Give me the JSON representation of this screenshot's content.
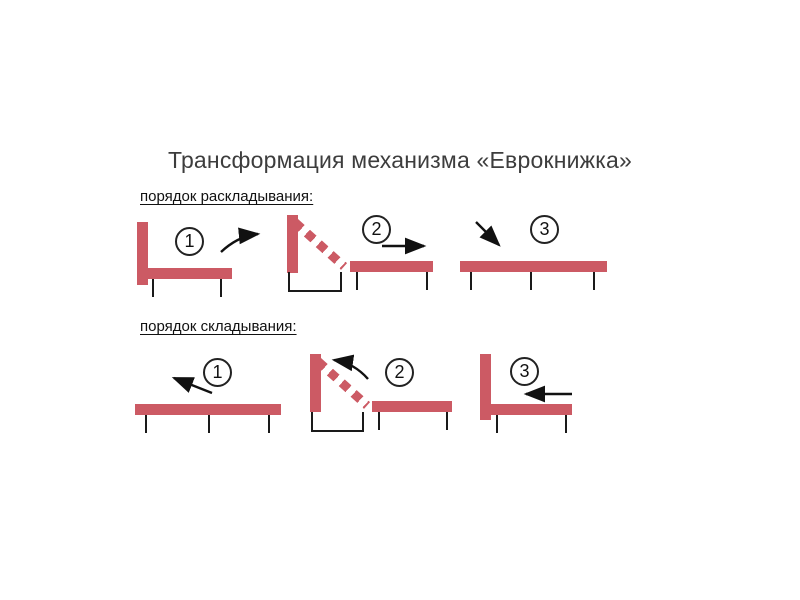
{
  "title": "Трансформация механизма «Еврокнижка»",
  "colors": {
    "bar": "#cc5a64",
    "frame": "#1a1a1a",
    "text": "#3d3d3d"
  },
  "icons": {
    "unfold_step1": "curved-arrow-up-right",
    "unfold_step2": "arrow-right",
    "unfold_step3": "arrow-down-right",
    "fold_step1": "arrow-up-left",
    "fold_step2": "curved-arrow-up-left",
    "fold_step3": "arrow-left",
    "motion_hint": "dashed-backrest"
  },
  "sections": [
    {
      "label": "порядок раскладывания:",
      "steps": [
        "1",
        "2",
        "3"
      ]
    },
    {
      "label": "порядок складывания:",
      "steps": [
        "1",
        "2",
        "3"
      ]
    }
  ]
}
